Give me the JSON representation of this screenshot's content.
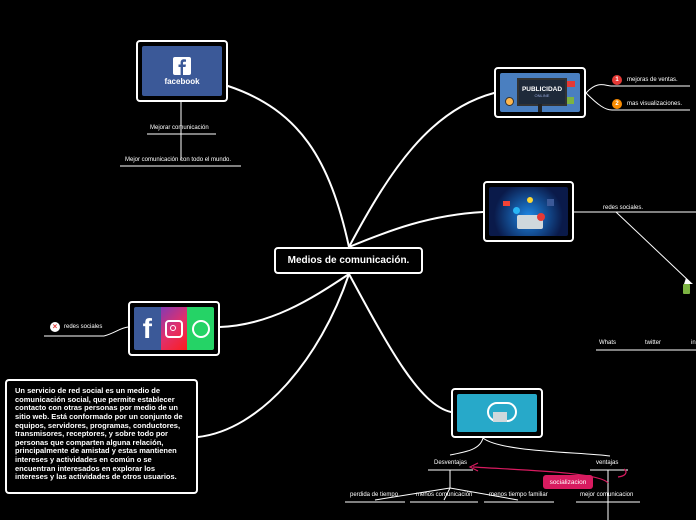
{
  "central": {
    "title": "Medios de comunicación."
  },
  "facebook_node": {
    "logo_text": "facebook",
    "children": [
      "Mejorar comunicación",
      "Mejor comunicación con todo el mundo."
    ]
  },
  "publicidad_node": {
    "sign_text": "PUBLICIDAD",
    "sign_sub": "ONLINE",
    "items": [
      {
        "num": "1",
        "label": "mejoras de ventas.",
        "color": "#e53935"
      },
      {
        "num": "2",
        "label": "mas visualizaciones.",
        "color": "#fb8c00"
      }
    ]
  },
  "social_node": {
    "label": "redes sociales."
  },
  "offscreen_labels": [
    "Whats",
    "twitter",
    "in"
  ],
  "apps_node": {
    "badge_label": "redes sociales"
  },
  "description": {
    "text": "Un servicio de red social es un medio de comunicación social, que permite establecer contacto con otras personas por medio de un sitio web. Está conformado por un conjunto de equipos, servidores, programas, conductores, transmisores, receptores, y sobre todo por personas que comparten alguna relación, principalmente de amistad y estas mantienen intereses y actividades en común o se encuentran interesados en explorar los intereses y las actividades de otros usuarios."
  },
  "cloud_node": {
    "desventajas": {
      "label": "Desventajas",
      "items": [
        "perdida de tiempo",
        "menos comunicación",
        "menos tiempo familiar"
      ]
    },
    "ventajas": {
      "label": "ventajas",
      "items": [
        "mejor comunicacion"
      ]
    },
    "relation_label": "socializacion"
  },
  "colors": {
    "background": "#000000",
    "facebook_blue": "#3b5998",
    "relation_pink": "#d81b60",
    "cloud_teal": "#27a9c9"
  }
}
